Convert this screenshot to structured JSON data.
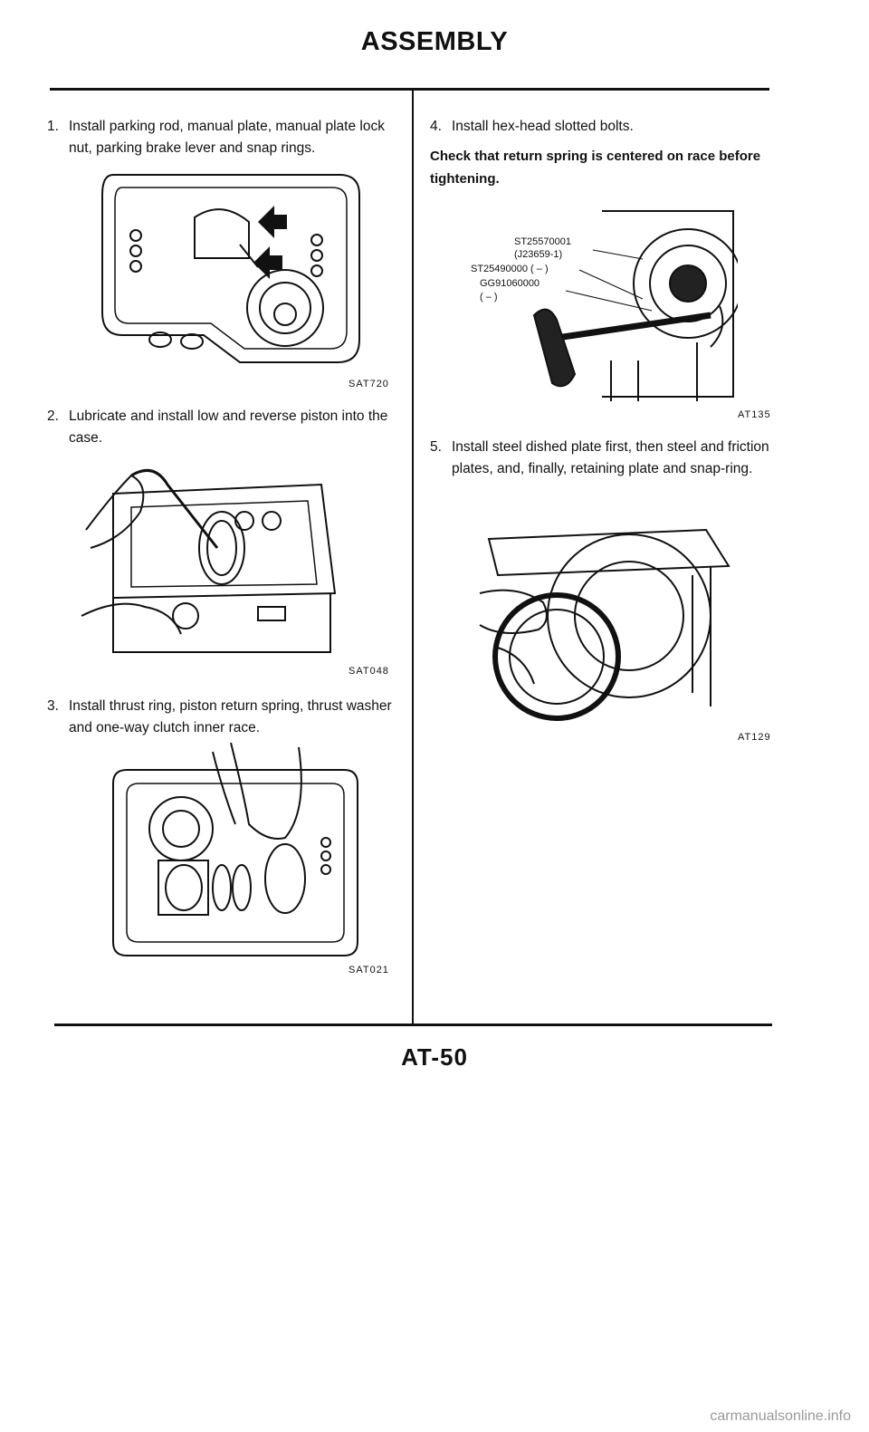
{
  "header": {
    "title": "ASSEMBLY"
  },
  "steps": [
    {
      "number": "1.",
      "text": "Install parking rod, manual plate, manual plate lock nut, parking brake lever and snap rings.",
      "figure_code": "SAT720"
    },
    {
      "number": "2.",
      "text": "Lubricate and install low and reverse piston into the case.",
      "figure_code": "SAT048"
    },
    {
      "number": "3.",
      "text": "Install thrust ring, piston return spring, thrust washer and one-way clutch inner race.",
      "figure_code": "SAT021"
    },
    {
      "number": "4.",
      "text": "Install hex-head slotted bolts.",
      "note": "Check that return spring is centered on race before tightening.",
      "figure_code": "AT135",
      "callouts": [
        "ST25570001",
        "(J23659-1)",
        "ST25490000 ( – )",
        "GG91060000",
        "( – )"
      ]
    },
    {
      "number": "5.",
      "text": "Install steel dished plate first, then steel and friction plates, and, finally, retaining plate and snap-ring.",
      "figure_code": "AT129"
    }
  ],
  "footer": {
    "page_number": "AT-50",
    "watermark": "carmanualsonline.info"
  }
}
